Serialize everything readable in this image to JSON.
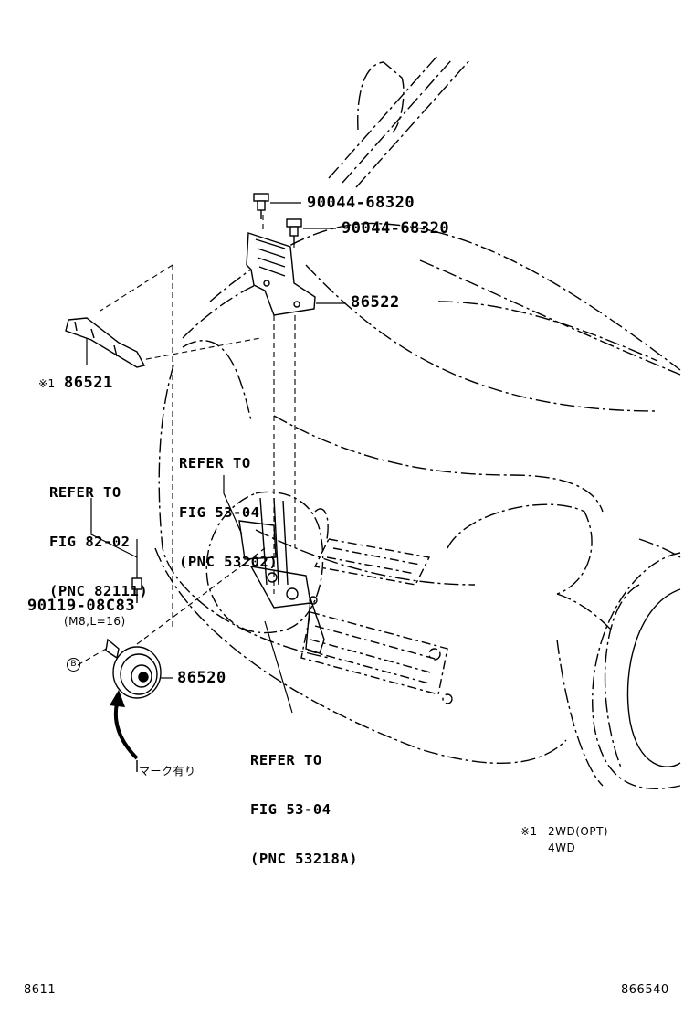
{
  "parts": {
    "bolt_1": "90044-68320",
    "bolt_2": "90044-68320",
    "bracket": "86522",
    "bracket_cover_mark": "※1",
    "bracket_cover": "86521",
    "bolt_horn": "90119-08C83",
    "bolt_horn_spec": "(M8,L=16)",
    "horn": "86520"
  },
  "references": {
    "ref_a": [
      "REFER TO",
      "FIG 53-04",
      "(PNC 53202)"
    ],
    "ref_b": [
      "REFER TO",
      "FIG 82-02",
      "(PNC 82111)"
    ],
    "ref_c": [
      "REFER TO",
      "FIG 53-04",
      "(PNC 53218A)"
    ]
  },
  "callouts": {
    "circle_mark": "B",
    "arrow_note": "マーク有り"
  },
  "notes": {
    "note_mark": "※1",
    "note_line1": "2WD(OPT)",
    "note_line2": "4WD"
  },
  "footer": {
    "left_code": "8611",
    "right_code": "866540"
  }
}
